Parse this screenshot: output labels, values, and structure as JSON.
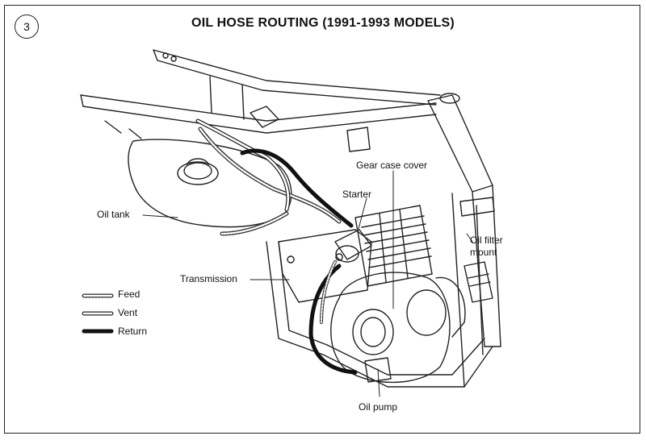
{
  "figure": {
    "number": "3",
    "title": "OIL HOSE ROUTING (1991-1993 MODELS)"
  },
  "callouts": {
    "gear_case_cover": "Gear case cover",
    "starter": "Starter",
    "oil_tank": "Oil tank",
    "oil_filter_mount_line1": "Oil filter",
    "oil_filter_mount_line2": "mount",
    "transmission": "Transmission",
    "oil_pump": "Oil pump"
  },
  "legend": {
    "feed": "Feed",
    "vent": "Vent",
    "return": "Return"
  }
}
